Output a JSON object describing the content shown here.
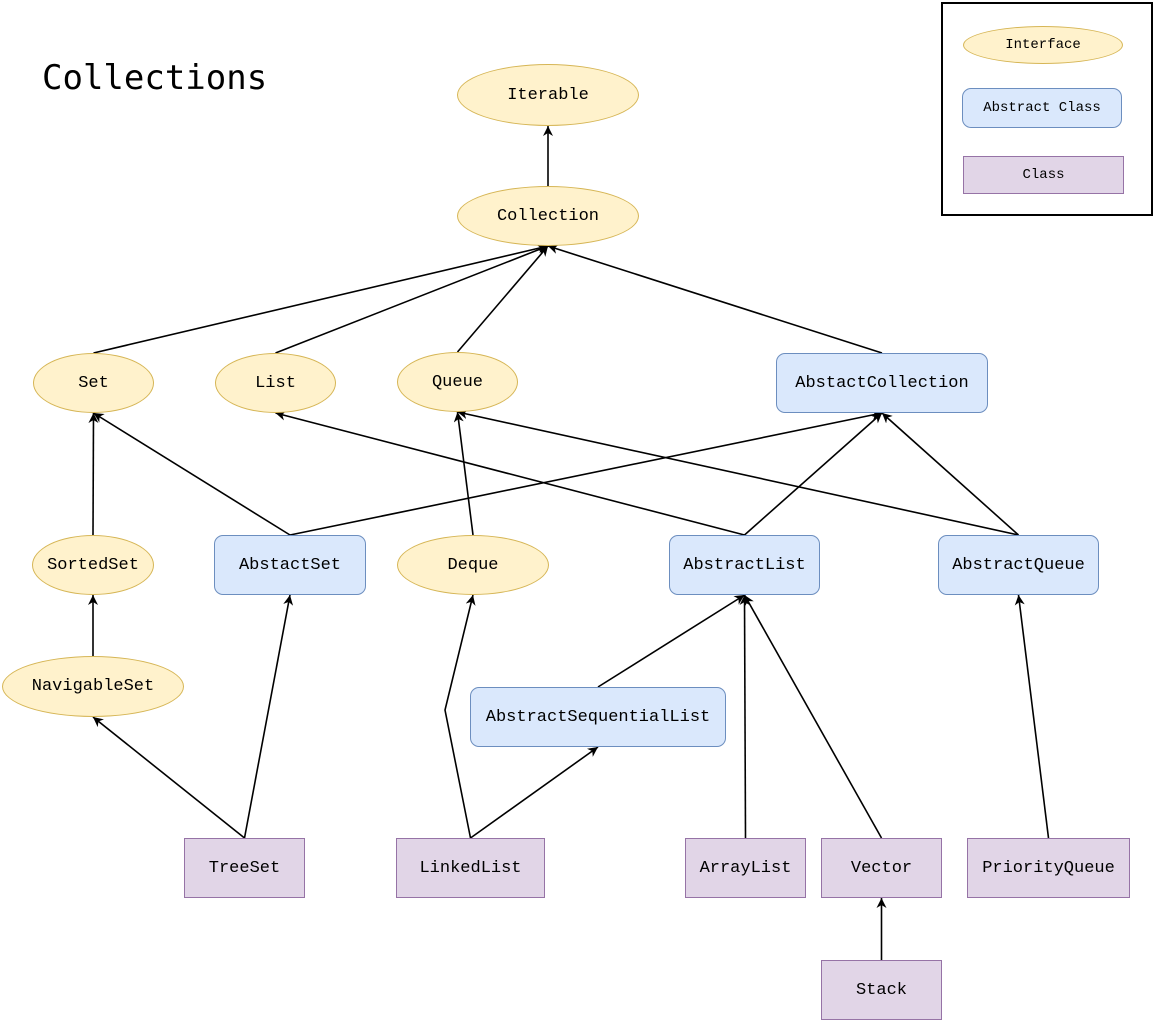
{
  "diagram": {
    "title": "Collections",
    "legend": {
      "interface": "Interface",
      "abstract_class": "Abstract Class",
      "class": "Class"
    },
    "colors": {
      "interface_fill": "#fff2cc",
      "interface_stroke": "#d6b656",
      "abstract_fill": "#dae8fc",
      "abstract_stroke": "#6c8ebf",
      "class_fill": "#e1d5e7",
      "class_stroke": "#9673a6"
    },
    "nodes": {
      "iterable": "Iterable",
      "collection": "Collection",
      "set": "Set",
      "list": "List",
      "queue": "Queue",
      "abstact_collection": "AbstactCollection",
      "sorted_set": "SortedSet",
      "abstact_set": "AbstactSet",
      "deque": "Deque",
      "abstract_list": "AbstractList",
      "abstract_queue": "AbstractQueue",
      "navigable_set": "NavigableSet",
      "abstract_sequential_list": "AbstractSequentialList",
      "tree_set": "TreeSet",
      "linked_list": "LinkedList",
      "array_list": "ArrayList",
      "vector": "Vector",
      "priority_queue": "PriorityQueue",
      "stack": "Stack"
    },
    "edges": [
      {
        "from": "collection",
        "to": "iterable"
      },
      {
        "from": "set",
        "to": "collection"
      },
      {
        "from": "list",
        "to": "collection"
      },
      {
        "from": "queue",
        "to": "collection"
      },
      {
        "from": "abstact_collection",
        "to": "collection"
      },
      {
        "from": "sorted_set",
        "to": "set"
      },
      {
        "from": "abstact_set",
        "to": "set"
      },
      {
        "from": "abstact_set",
        "to": "abstact_collection"
      },
      {
        "from": "deque",
        "to": "queue"
      },
      {
        "from": "abstract_list",
        "to": "list"
      },
      {
        "from": "abstract_list",
        "to": "abstact_collection"
      },
      {
        "from": "abstract_queue",
        "to": "queue"
      },
      {
        "from": "abstract_queue",
        "to": "abstact_collection"
      },
      {
        "from": "navigable_set",
        "to": "sorted_set"
      },
      {
        "from": "abstract_sequential_list",
        "to": "abstract_list"
      },
      {
        "from": "tree_set",
        "to": "navigable_set"
      },
      {
        "from": "tree_set",
        "to": "abstact_set"
      },
      {
        "from": "linked_list",
        "to": "deque"
      },
      {
        "from": "linked_list",
        "to": "abstract_sequential_list"
      },
      {
        "from": "array_list",
        "to": "abstract_list"
      },
      {
        "from": "vector",
        "to": "abstract_list"
      },
      {
        "from": "priority_queue",
        "to": "abstract_queue"
      },
      {
        "from": "stack",
        "to": "vector"
      }
    ]
  }
}
